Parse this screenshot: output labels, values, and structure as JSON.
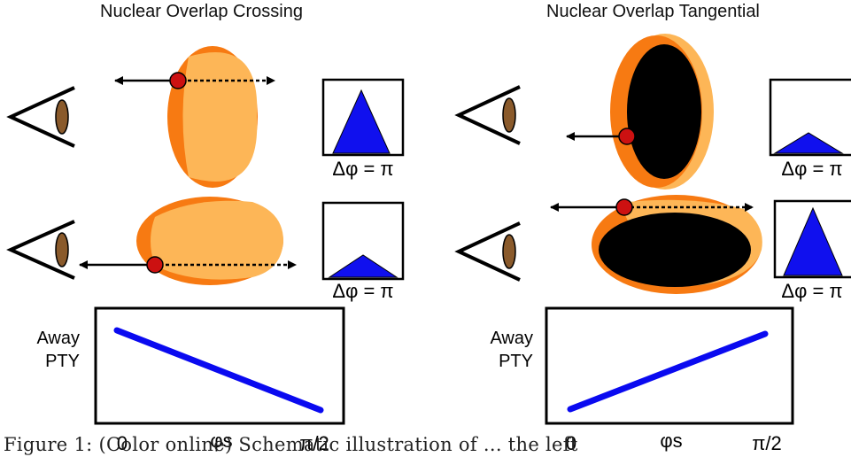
{
  "panels": [
    {
      "title": "Nuclear Overlap Crossing",
      "inset_label_top": "Δφ = π",
      "inset_label_bottom": "Δφ = π",
      "plot": {
        "ylabel_line1": "Away",
        "ylabel_line2": "PTY",
        "xtick_0": "0",
        "xtick_mid": "φs",
        "xtick_end": "π/2"
      },
      "trend": "decreasing"
    },
    {
      "title": "Nuclear Overlap Tangential",
      "inset_label_top": "Δφ = π",
      "inset_label_bottom": "Δφ = π",
      "plot": {
        "ylabel_line1": "Away",
        "ylabel_line2": "PTY",
        "xtick_0": "0",
        "xtick_mid": "φs",
        "xtick_end": "π/2"
      },
      "trend": "increasing"
    }
  ],
  "caption": "Figure 1: (Color online) Schematic illustration of ... the left",
  "colors": {
    "outer": "#f77a12",
    "inner": "#fdb657",
    "core": "#000000",
    "peak": "#1010ee",
    "line": "#0a0af0",
    "dot": "#cc1111",
    "eye": "#8a5a2b"
  }
}
